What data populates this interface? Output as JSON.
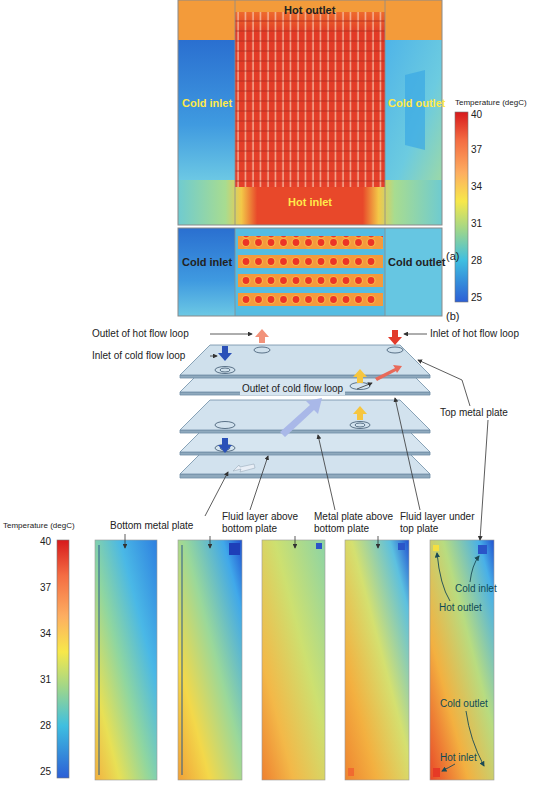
{
  "diagram": {
    "labels": [
      "Hot outlet",
      "Cold inlet",
      "Cold outlet",
      "Hot inlet",
      "Temperature (degC)",
      "40",
      "37",
      "34",
      "31",
      "28",
      "25",
      "(a)",
      "Cold inlet",
      "Cold outlet",
      "(b)",
      "Outlet of hot flow loop",
      "Inlet of hot flow loop",
      "Inlet of cold flow loop",
      "Outlet of cold flow loop",
      "Top metal plate",
      "Temperature (degC)",
      "40",
      "37",
      "34",
      "31",
      "28",
      "25",
      "Bottom metal plate",
      "Fluid layer above bottom plate",
      "Metal plate above bottom plate",
      "Fluid layer under top plate",
      "Cold inlet",
      "Hot outlet",
      "Cold outlet",
      "Hot inlet"
    ]
  }
}
